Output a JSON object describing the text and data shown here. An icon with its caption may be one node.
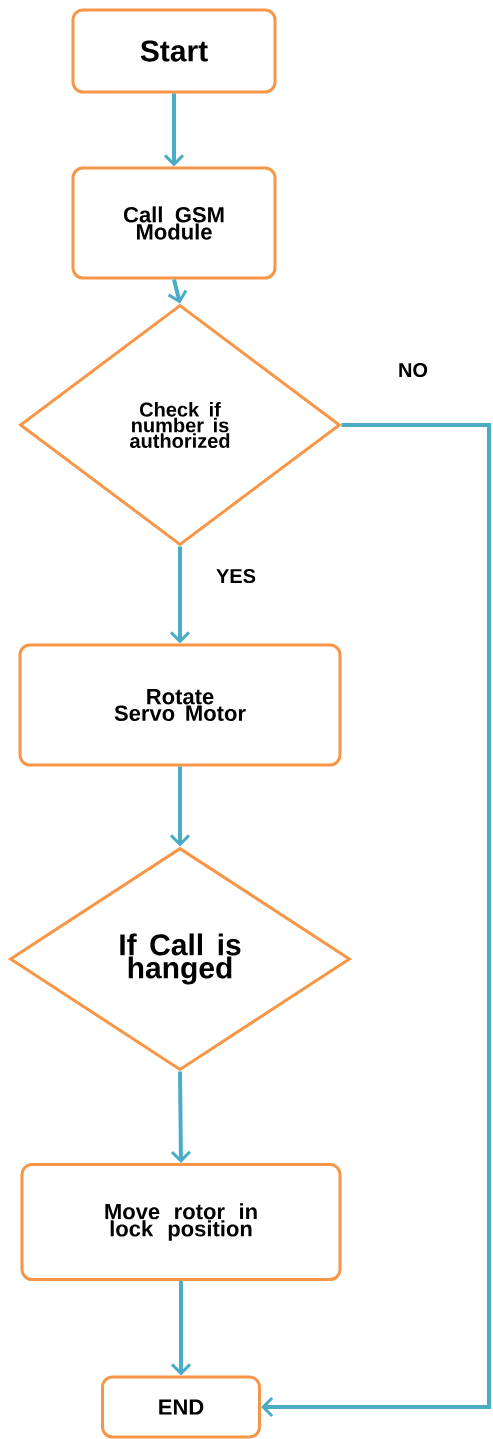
{
  "diagram": {
    "nodes": [
      {
        "text": [
          "Start"
        ]
      },
      {
        "text": [
          "Call GSM Module"
        ]
      },
      {
        "text": [
          "Check if number is authorized"
        ]
      },
      {
        "text": [
          "Rotate Servo Motor"
        ]
      },
      {
        "text": [
          "If Call is hanged"
        ]
      },
      {
        "text": [
          "Move rotor in lock position"
        ]
      },
      {
        "text": [
          "END"
        ]
      }
    ],
    "edges": [
      {
        "from": 0,
        "to": 1,
        "arrow": "to"
      },
      {
        "from": 1,
        "to": 2,
        "arrow": "to"
      },
      {
        "from": 2,
        "to": 3,
        "arrow": "to",
        "label": "YES"
      },
      {
        "from": 3,
        "to": 4,
        "arrow": "to"
      },
      {
        "from": 4,
        "to": 5,
        "arrow": "to"
      },
      {
        "from": 5,
        "to": 6,
        "arrow": "to"
      },
      {
        "from": 2,
        "to": 6,
        "arrow": "to",
        "label": "NO"
      }
    ]
  }
}
